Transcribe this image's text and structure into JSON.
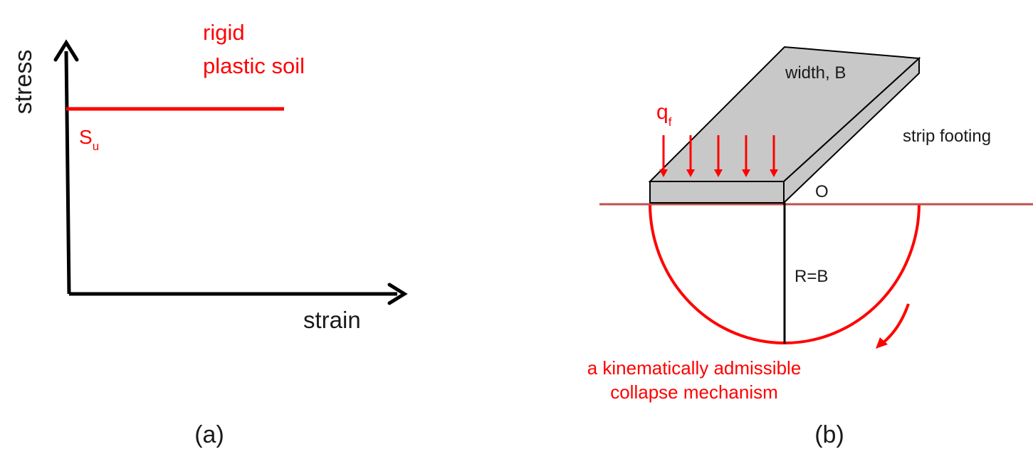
{
  "panel_a": {
    "y_label": "stress",
    "x_label": "strain",
    "curve_label_line1": "rigid",
    "curve_label_line2": "plastic soil",
    "su_main": "S",
    "su_sub": "u",
    "caption": "(a)"
  },
  "panel_b": {
    "width_label": "width, B",
    "load_main": "q",
    "load_sub": "f",
    "footing_label": "strip footing",
    "origin_label": "O",
    "radius_label": "R=B",
    "mechanism_line1": "a kinematically admissible",
    "mechanism_line2": "collapse mechanism",
    "caption": "(b)"
  },
  "colors": {
    "red": "#ff0000",
    "ground_line": "#c0504d",
    "footing_fill": "#c8c8c8",
    "axis": "#000000"
  }
}
